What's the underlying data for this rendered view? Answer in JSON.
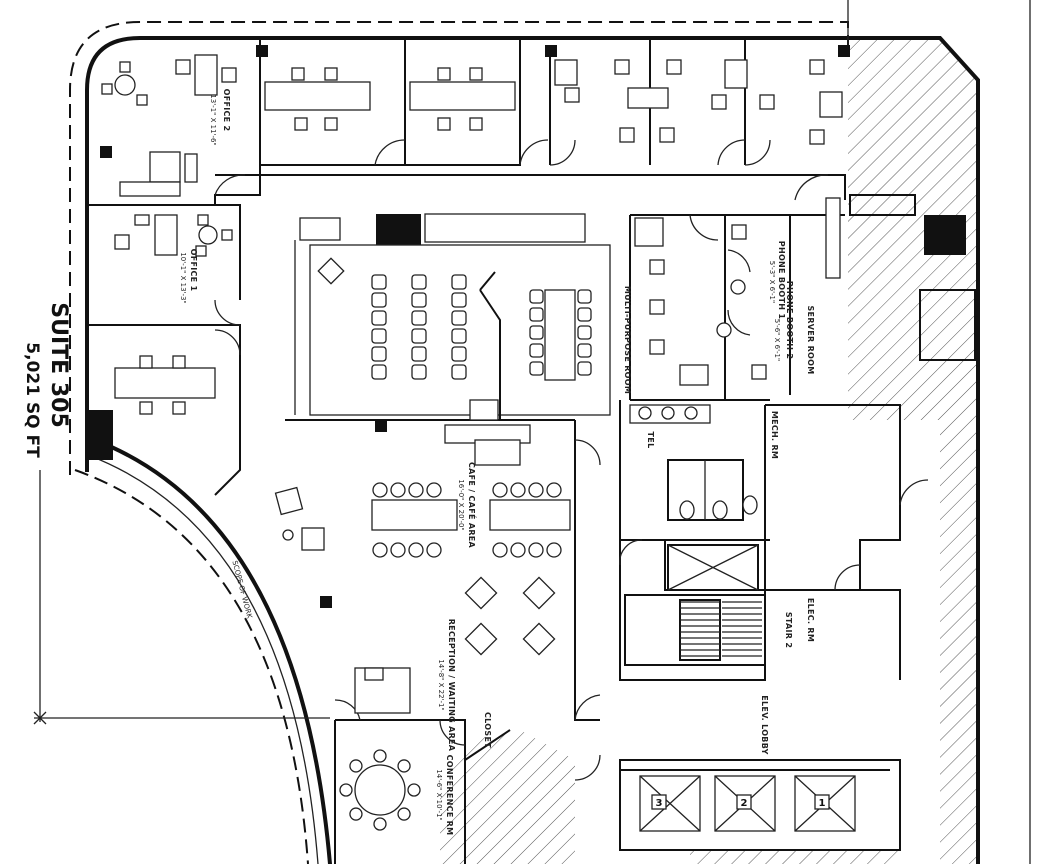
{
  "suite": {
    "name": "SUITE 305",
    "area": "5,021 SQ FT"
  },
  "rooms": {
    "office2": {
      "name": "OFFICE 2",
      "dims": "13'-1\" X 11'-6\""
    },
    "office1": {
      "name": "OFFICE 1",
      "dims": "10'-1\" X 13'-3\""
    },
    "multipurpose": {
      "name": "MULTI-PURPOSE ROOM",
      "dims": ""
    },
    "phone1": {
      "name": "PHONE BOOTH 1",
      "dims": "5'-3\" X 6'-1\""
    },
    "phone2": {
      "name": "PHONE BOOTH 2",
      "dims": "5'-6\" X 6'-1\""
    },
    "server": {
      "name": "SERVER ROOM"
    },
    "cafe": {
      "name": "CAFE / CAFÉ AREA",
      "dims": "16'-0\" X 20'-0\""
    },
    "reception": {
      "name": "RECEPTION / WAITING AREA",
      "dims": "14'-8\" X 22'-1\""
    },
    "conference": {
      "name": "CONFERENCE RM",
      "dims": "14'-6\" X 10'-1\""
    },
    "closet": {
      "name": "CLOSET"
    },
    "mech": {
      "name": "MECH. RM"
    },
    "tel": {
      "name": "TEL"
    },
    "stair2": {
      "name": "STAIR 2"
    },
    "elec": {
      "name": "ELEC. RM"
    },
    "lobby": {
      "name": "ELEV. LOBBY"
    },
    "scope": {
      "name": "SCOPE OF WORK"
    }
  },
  "elevators": [
    "3",
    "2",
    "1"
  ]
}
